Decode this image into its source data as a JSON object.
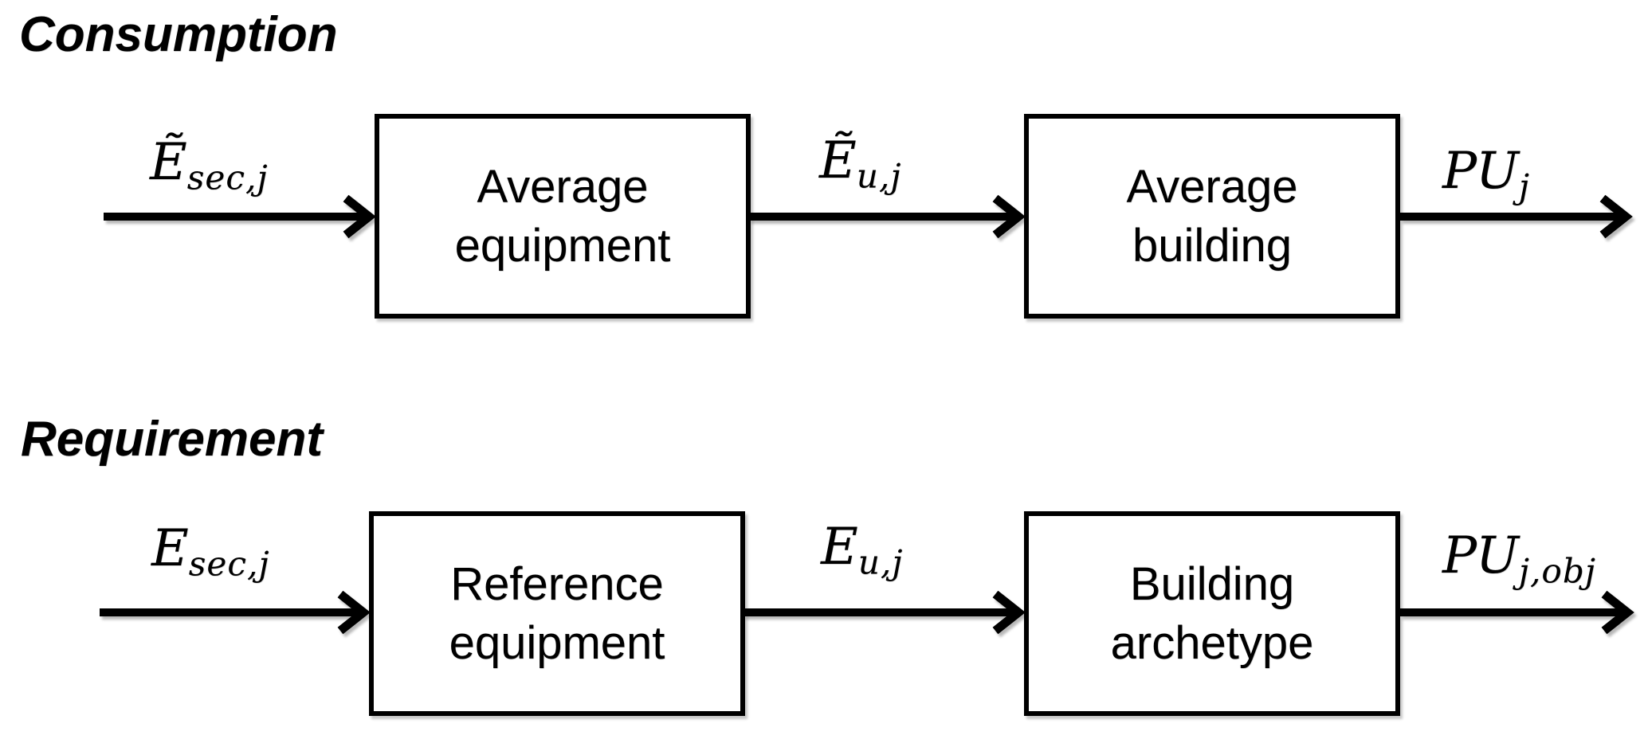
{
  "diagram": {
    "background_color": "#ffffff",
    "ink_color": "#000000",
    "rows": [
      {
        "heading": "Consumption",
        "boxes": [
          {
            "label": "Average\nequipment"
          },
          {
            "label": "Average\nbuilding"
          }
        ],
        "arrow_labels": {
          "input": {
            "main": "Ẽ",
            "sub": "sec,j"
          },
          "between": {
            "main": "Ẽ",
            "sub": "u,j"
          },
          "output": {
            "main": "PU",
            "sub": "j"
          }
        }
      },
      {
        "heading": "Requirement",
        "boxes": [
          {
            "label": "Reference\nequipment"
          },
          {
            "label": "Building\narchetype"
          }
        ],
        "arrow_labels": {
          "input": {
            "main": "E",
            "sub": "sec,j"
          },
          "between": {
            "main": "E",
            "sub": "u,j"
          },
          "output": {
            "main": "PU",
            "sub": "j,obj"
          }
        }
      }
    ]
  }
}
